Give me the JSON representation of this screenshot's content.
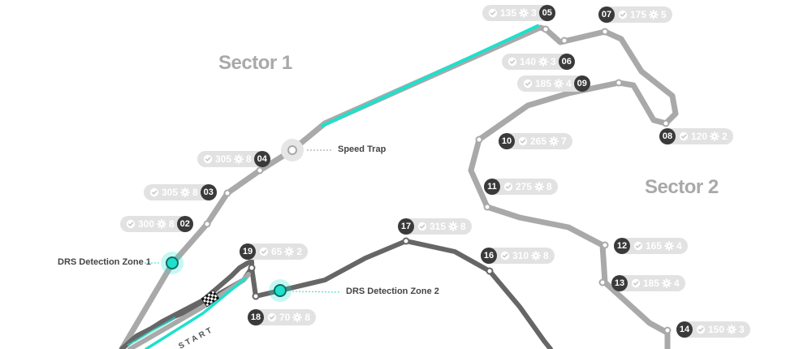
{
  "sectors": [
    {
      "id": "s1",
      "label": "Sector 1"
    },
    {
      "id": "s2",
      "label": "Sector 2"
    }
  ],
  "zones": {
    "speed_trap": "Speed Trap",
    "drs_zone_1": "DRS Detection Zone 1",
    "drs_zone_2": "DRS Detection Zone 2",
    "start_text": "START"
  },
  "icons": {
    "speed": "speedometer-icon",
    "gear": "gear-icon",
    "flag": "checkered-flag-icon"
  },
  "colors": {
    "track": "#a9a9a9",
    "track_dark": "#666666",
    "drs": "#1ee0cc",
    "badge": "#3a3a3a",
    "pill": "#e2e2e2"
  },
  "corners": [
    {
      "num": "02",
      "speed": "300",
      "gear": "8"
    },
    {
      "num": "03",
      "speed": "305",
      "gear": "8"
    },
    {
      "num": "04",
      "speed": "305",
      "gear": "8"
    },
    {
      "num": "05",
      "speed": "135",
      "gear": "3"
    },
    {
      "num": "06",
      "speed": "140",
      "gear": "3"
    },
    {
      "num": "07",
      "speed": "175",
      "gear": "5"
    },
    {
      "num": "08",
      "speed": "120",
      "gear": "2"
    },
    {
      "num": "09",
      "speed": "185",
      "gear": "4"
    },
    {
      "num": "10",
      "speed": "265",
      "gear": "7"
    },
    {
      "num": "11",
      "speed": "275",
      "gear": "8"
    },
    {
      "num": "12",
      "speed": "165",
      "gear": "4"
    },
    {
      "num": "13",
      "speed": "185",
      "gear": "4"
    },
    {
      "num": "14",
      "speed": "150",
      "gear": "3"
    },
    {
      "num": "16",
      "speed": "310",
      "gear": "8"
    },
    {
      "num": "17",
      "speed": "315",
      "gear": "8"
    },
    {
      "num": "18",
      "speed": "70",
      "gear": "8"
    },
    {
      "num": "19",
      "speed": "65",
      "gear": "2"
    }
  ]
}
